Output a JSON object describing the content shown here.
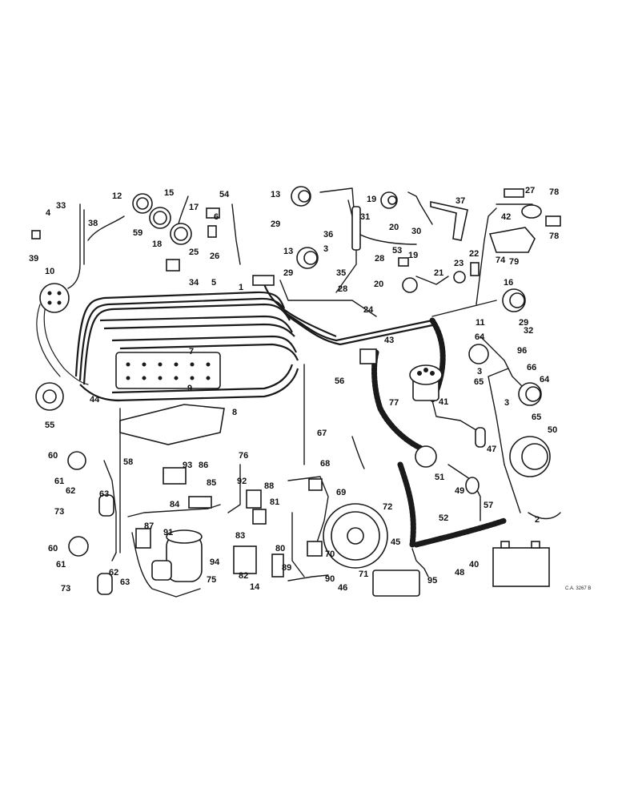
{
  "figure_code": "C.A. 3267 B",
  "callouts": [
    "1",
    "2",
    "3",
    "4",
    "5",
    "6",
    "7",
    "8",
    "9",
    "10",
    "11",
    "12",
    "13",
    "14",
    "15",
    "16",
    "17",
    "18",
    "19",
    "20",
    "21",
    "22",
    "23",
    "24",
    "25",
    "26",
    "27",
    "28",
    "29",
    "30",
    "31",
    "32",
    "33",
    "34",
    "35",
    "36",
    "37",
    "38",
    "39",
    "40",
    "41",
    "42",
    "43",
    "44",
    "45",
    "46",
    "47",
    "48",
    "49",
    "50",
    "51",
    "52",
    "53",
    "54",
    "55",
    "56",
    "57",
    "58",
    "59",
    "60",
    "61",
    "62",
    "63",
    "64",
    "65",
    "66",
    "67",
    "68",
    "69",
    "70",
    "71",
    "72",
    "73",
    "74",
    "75",
    "76",
    "77",
    "78",
    "79",
    "80",
    "81",
    "82",
    "83",
    "84",
    "85",
    "86",
    "87",
    "88",
    "89",
    "90",
    "91",
    "92",
    "93",
    "94",
    "95",
    "96"
  ],
  "colors": {
    "ink": "#1a1a1a",
    "paper": "#ffffff"
  }
}
